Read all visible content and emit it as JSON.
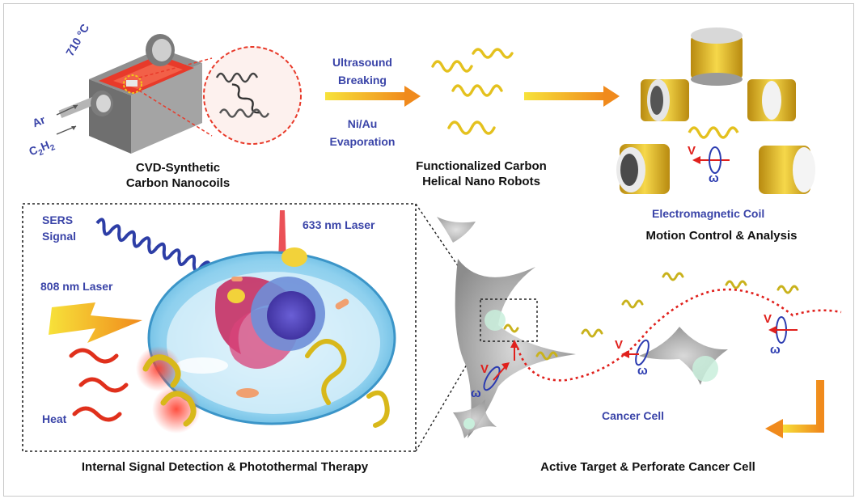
{
  "labels": {
    "temp": "710 °C",
    "ar": "Ar",
    "c2h2_c": "C",
    "c2h2_sub1": "2",
    "c2h2_h": "H",
    "c2h2_sub2": "2",
    "cvd_line1": "CVD-Synthetic",
    "cvd_line2": "Carbon Nanocoils",
    "ultrasound_line1": "Ultrasound",
    "ultrasound_line2": "Breaking",
    "niau_line1": "Ni/Au",
    "niau_line2": "Evaporation",
    "robots_line1": "Functionalized Carbon",
    "robots_line2": "Helical Nano Robots",
    "coil": "Electromagnetic Coil",
    "motion": "Motion Control & Analysis",
    "sers_line1": "SERS",
    "sers_line2": "Signal",
    "laser633": "633 nm Laser",
    "laser808": "808 nm Laser",
    "heat": "Heat",
    "internal": "Internal Signal Detection & Photothermal Therapy",
    "cancer": "Cancer Cell",
    "active": "Active Target & Perforate Cancer Cell",
    "v": "V",
    "omega": "ω"
  },
  "colors": {
    "label_blue": "#3a44a8",
    "velocity_red": "#e0201c",
    "omega_blue": "#2b3bb0",
    "gold": "#e8c020",
    "furnace_red": "#e83a2a",
    "cell_gray": "#9a9a9a"
  }
}
